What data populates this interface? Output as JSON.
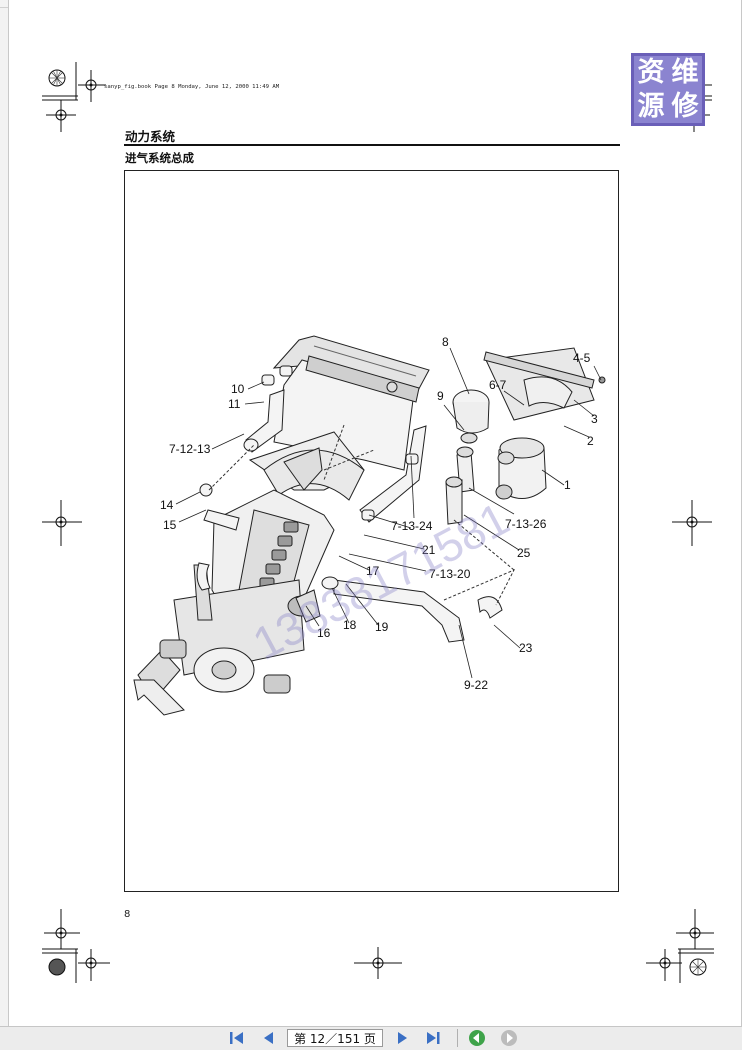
{
  "document": {
    "header_line": "sanyp_fig.book  Page 8  Monday, June 12, 2000  11:49 AM",
    "section_title": "动力系统",
    "subtitle": "进气系统总成",
    "page_number": "8"
  },
  "watermark": {
    "logo_chars": [
      "资",
      "维",
      "源",
      "修"
    ],
    "diagonal_text": "13838171581",
    "logo_color": "#8b84d0"
  },
  "diagram": {
    "callouts": [
      "1",
      "2",
      "3",
      "4-5",
      "6-7",
      "8",
      "9",
      "10",
      "11",
      "7-12-13",
      "14",
      "15",
      "16",
      "17",
      "18",
      "19",
      "21",
      "23",
      "25",
      "7-13-24",
      "7-13-26",
      "7-13-20",
      "9-22"
    ]
  },
  "toolbar": {
    "page_indicator": "第 12／151 页",
    "first_icon": "first-page-icon",
    "prev_icon": "prev-page-icon",
    "next_icon": "next-page-icon",
    "last_icon": "last-page-icon",
    "back_icon": "back-view-icon",
    "forward_icon": "forward-view-icon",
    "accent": "#3a6fc4"
  }
}
